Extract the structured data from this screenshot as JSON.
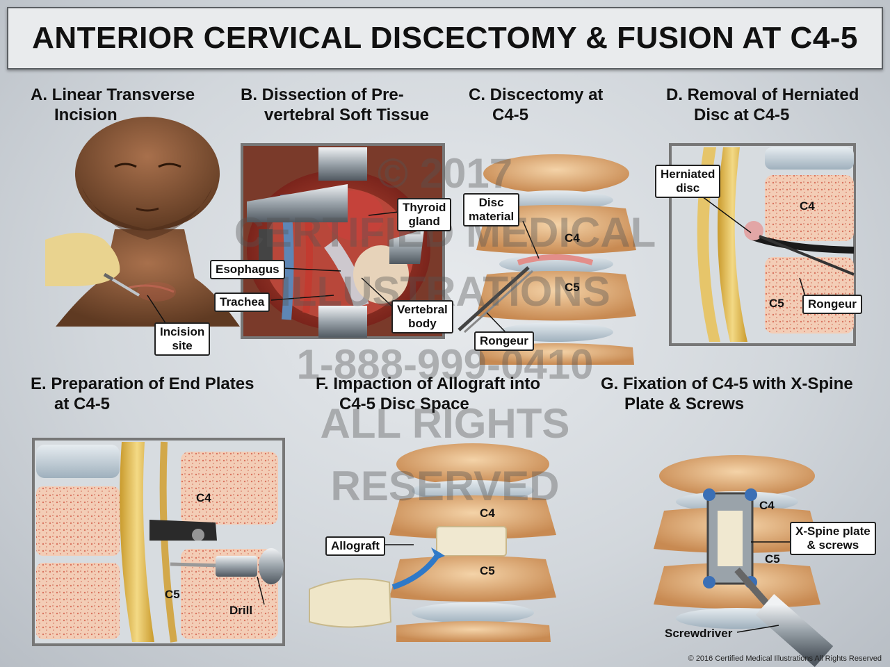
{
  "title": "ANTERIOR CERVICAL DISCECTOMY & FUSION AT C4-5",
  "steps": [
    {
      "line1": "A. Linear Transverse",
      "line2": "Incision"
    },
    {
      "line1": "B. Dissection of Pre-",
      "line2": "vertebral Soft Tissue"
    },
    {
      "line1": "C. Discectomy at",
      "line2": "C4-5"
    },
    {
      "line1": "D. Removal of Herniated",
      "line2": "Disc at C4-5"
    },
    {
      "line1": "E. Preparation of End Plates",
      "line2": "at C4-5"
    },
    {
      "line1": "F. Impaction of Allograft into",
      "line2": "C4-5 Disc Space"
    },
    {
      "line1": "G. Fixation of C4-5 with X-Spine",
      "line2": "Plate & Screws"
    }
  ],
  "labels": {
    "incision_site": "Incision\nsite",
    "thyroid_gland": "Thyroid\ngland",
    "esophagus": "Esophagus",
    "trachea": "Trachea",
    "vertebral_body": "Vertebral\nbody",
    "disc_material": "Disc\nmaterial",
    "c_c4": "C4",
    "c_c5": "C5",
    "c_rongeur": "Rongeur",
    "herniated_disc": "Herniated\ndisc",
    "d_c4": "C4",
    "d_c5": "C5",
    "d_rongeur": "Rongeur",
    "e_c4": "C4",
    "e_c5": "C5",
    "drill": "Drill",
    "f_c4": "C4",
    "f_c5": "C5",
    "allograft": "Allograft",
    "g_c4": "C4",
    "g_c5": "C5",
    "xspine": "X-Spine plate\n& screws",
    "screwdriver": "Screwdriver"
  },
  "watermark": [
    "© 2017",
    "CERTIFIED MEDICAL",
    "ILLUSTRATIONS",
    "1-888-999-0410",
    "ALL RIGHTS",
    "RESERVED"
  ],
  "copyright": "© 2016 Certified Medical Illustrations All Rights Reserved",
  "colors": {
    "bone": "#e9b98a",
    "disc": "#c9d4dc",
    "cord": "#e8c766",
    "marrow": "#f0c2a8",
    "tissue": "#a8342c"
  }
}
